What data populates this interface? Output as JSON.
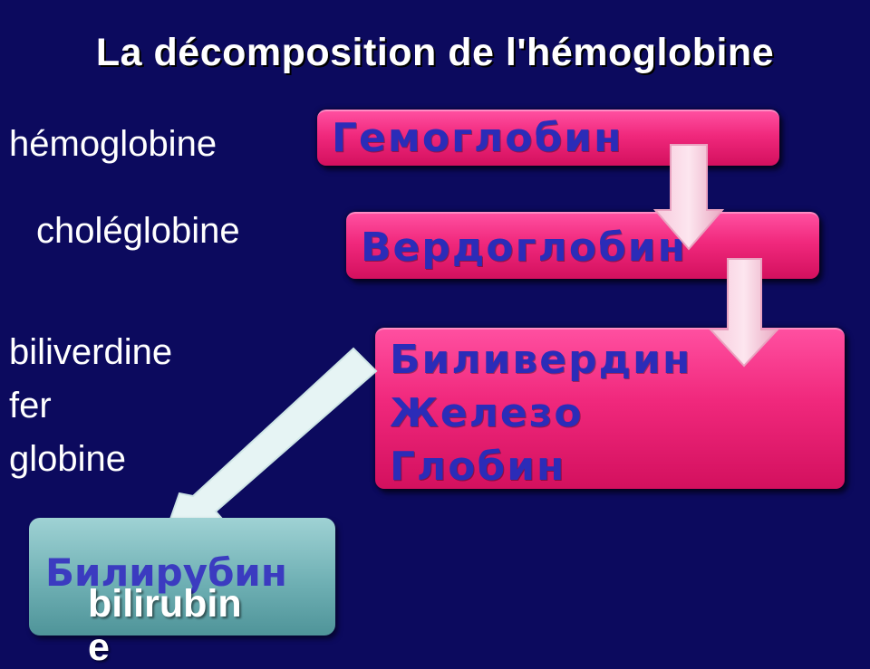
{
  "title": "La décomposition de l'hémoglobine",
  "labels_fr": {
    "hemoglobine": "hémoglobine",
    "choleglobine": "choléglobine",
    "biliverdine": "biliverdine",
    "fer": "fer",
    "globine": "globine"
  },
  "boxes_ru": {
    "box1": "Гемоглобин",
    "box2": "Вердоглобин",
    "box3_line1": "Биливердин",
    "box3_line2": "Железо",
    "box3_line3": "Глобин"
  },
  "final_box": {
    "ru": "Билирубин",
    "fr": "bilirubine"
  },
  "colors": {
    "background": "#0c0a5e",
    "pink_box": "#f0287c",
    "box_text": "#2b2cb8",
    "teal_box": "#6fb0b4"
  }
}
